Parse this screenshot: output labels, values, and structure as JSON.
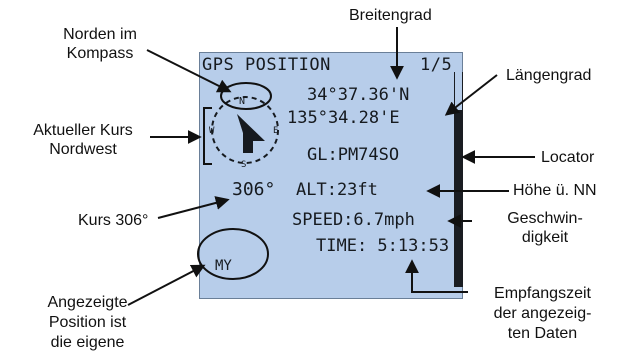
{
  "screen": {
    "title": "GPS POSITION",
    "page": "1/5",
    "compass_north": "N",
    "compass_west": "W",
    "compass_east": "E",
    "compass_south": "S",
    "heading": "306°",
    "latitude": "34°37.36'N",
    "longitude": "135°34.28'E",
    "locator": "GL:PM74SO",
    "altitude": "ALT:23ft",
    "speed": "SPEED:6.7mph",
    "time": "TIME: 5:13:53",
    "my_label": "MY"
  },
  "callouts": {
    "north": [
      "Norden im",
      "Kompass"
    ],
    "course": [
      "Aktueller Kurs",
      "Nordwest"
    ],
    "heading": "Kurs 306°",
    "position": [
      "Angezeigte",
      "Position ist",
      "die eigene"
    ],
    "latitude": "Breitengrad",
    "longitude": "Längengrad",
    "locator": "Locator",
    "altitude": "Höhe ü. NN",
    "speed": [
      "Geschwin-",
      "digkeit"
    ],
    "time": [
      "Empfangszeit",
      "der angezeig-",
      "ten Daten"
    ]
  },
  "colors": {
    "lcd_background": "#b7cdea",
    "lcd_text": "#161a1f",
    "annotation": "#111111"
  }
}
